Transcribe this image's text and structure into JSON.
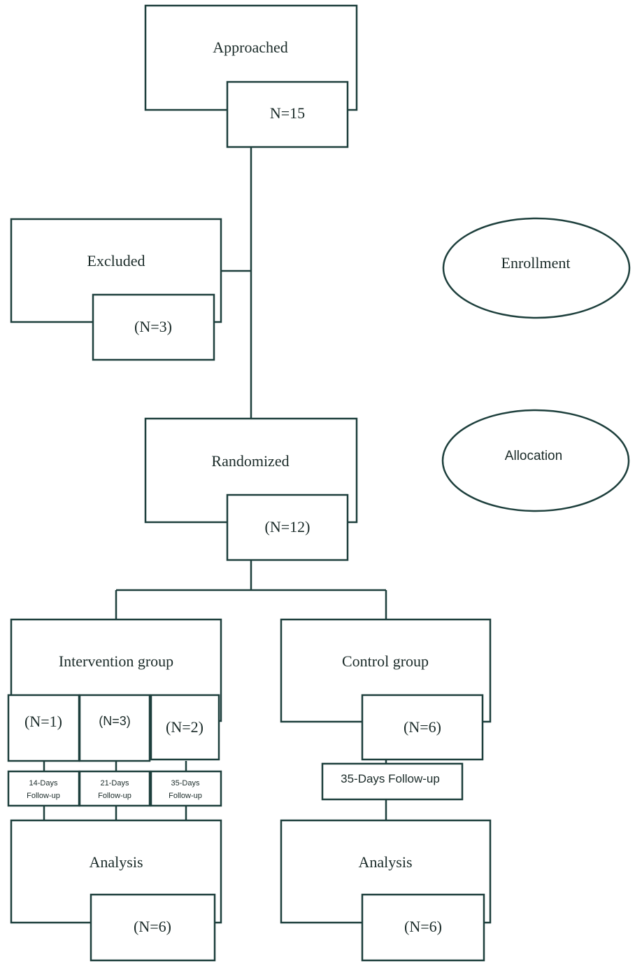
{
  "diagram": {
    "type": "consort-flowchart",
    "phases": {
      "enrollment": "Enrollment",
      "allocation": "Allocation"
    },
    "approached": {
      "label": "Approached",
      "count": "N=15"
    },
    "excluded": {
      "label": "Excluded",
      "count": "(N=3)"
    },
    "randomized": {
      "label": "Randomized",
      "count": "(N=12)"
    },
    "intervention": {
      "label": "Intervention group",
      "subgroups": [
        {
          "count": "(N=1)",
          "followup_line1": "14-Days",
          "followup_line2": "Follow-up"
        },
        {
          "count": "(N=3)",
          "followup_line1": "21-Days",
          "followup_line2": "Follow-up"
        },
        {
          "count": "(N=2)",
          "followup_line1": "35-Days",
          "followup_line2": "Follow-up"
        }
      ],
      "analysis": {
        "label": "Analysis",
        "count": "(N=6)"
      }
    },
    "control": {
      "label": "Control group",
      "count": "(N=6)",
      "followup": "35-Days Follow-up",
      "analysis": {
        "label": "Analysis",
        "count": "(N=6)"
      }
    },
    "colors": {
      "stroke": "#1d3f3c",
      "text": "#1a2a28",
      "background": "#ffffff"
    }
  }
}
